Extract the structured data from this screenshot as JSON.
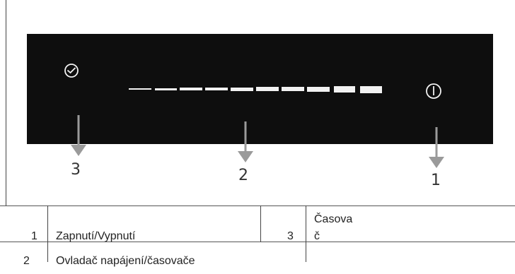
{
  "diagram": {
    "callouts": [
      {
        "id": "3",
        "label": "3"
      },
      {
        "id": "2",
        "label": "2"
      },
      {
        "id": "1",
        "label": "1"
      }
    ],
    "icons": [
      "clock-icon",
      "power-icon",
      "slider-bars"
    ],
    "slider_segments": 10,
    "colors": {
      "panel": "#0e0e0e",
      "bars": "#f2f2f2",
      "arrow": "#9a9a9a",
      "text": "#222222"
    }
  },
  "legend_table": {
    "rows": [
      {
        "num": "1",
        "text": "Zapnutí/Vypnutí",
        "num2": "3",
        "text2_line1": "Časova",
        "text2_line2": "č"
      },
      {
        "num": "2",
        "text": "Ovladač napájení/časovače"
      }
    ]
  }
}
